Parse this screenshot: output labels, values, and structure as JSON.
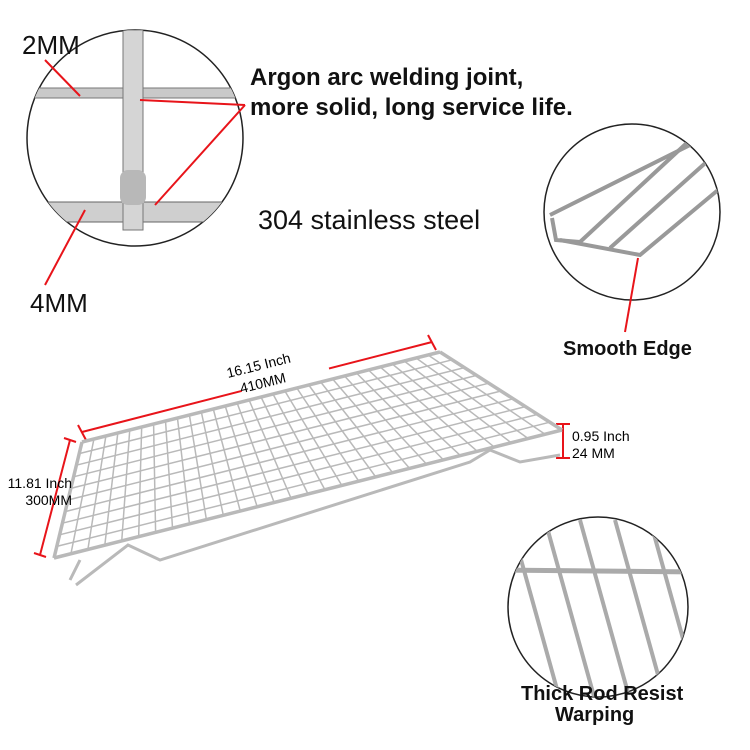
{
  "callouts": {
    "rod_thin": "2MM",
    "rod_thick": "4MM",
    "welding_line1": "Argon arc welding joint,",
    "welding_line2": "more solid, long service life.",
    "material": "304  stainless steel",
    "smooth_edge": "Smooth Edge",
    "thick_rod_line1": "Thick Rod Resist",
    "thick_rod_line2": "Warping"
  },
  "dimensions": {
    "length_inch": "16.15 Inch",
    "length_mm": "410MM",
    "width_inch": "11.81 Inch",
    "width_mm": "300MM",
    "height_inch": "0.95 Inch",
    "height_mm": "24 MM"
  },
  "colors": {
    "accent": "#e8141a",
    "steel": "#b9b9b9"
  }
}
